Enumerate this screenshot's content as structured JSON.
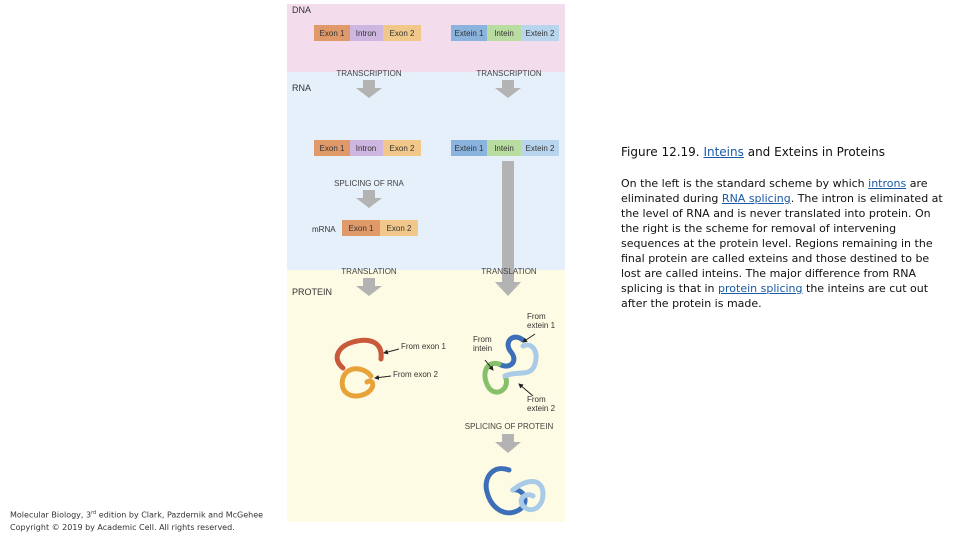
{
  "figure": {
    "sections": {
      "dna": "DNA",
      "rna": "RNA",
      "protein": "PROTEIN",
      "mrna": "mRNA"
    },
    "gene_left": [
      "Exon 1",
      "Intron",
      "Exon 2"
    ],
    "gene_right": [
      "Extein 1",
      "Intein",
      "Extein 2"
    ],
    "rna_left": [
      "Exon 1",
      "Intron",
      "Exon 2"
    ],
    "rna_right": [
      "Extein 1",
      "Intein",
      "Extein 2"
    ],
    "mrna": [
      "Exon 1",
      "Exon 2"
    ],
    "steps": {
      "transcription": "TRANSCRIPTION",
      "splicing_rna": "SPLICING OF RNA",
      "translation": "TRANSLATION",
      "splicing_protein": "SPLICING OF PROTEIN"
    },
    "protein_labels": {
      "from_exon1": "From exon 1",
      "from_exon2": "From exon 2",
      "from_extein1": [
        "From",
        "extein 1"
      ],
      "from_intein": [
        "From",
        "intein"
      ],
      "from_extein2": [
        "From",
        "extein 2"
      ]
    },
    "colors": {
      "exon1": "#e09a6a",
      "intron": "#cdb6e0",
      "exon2": "#f1c88a",
      "extein1": "#8ab3de",
      "intein": "#b9dca0",
      "extein2": "#b9d5ee",
      "dna_band": "#f3dcec",
      "rna_band": "#e6f0fa",
      "protein_band": "#fdfbe3",
      "arrow": "#b3b3b3"
    }
  },
  "caption": {
    "title_prefix": "Figure 12.19.",
    "title_link": "Inteins",
    "title_suffix": "and Exteins in Proteins",
    "body": [
      {
        "t": "On the left is the standard scheme by which "
      },
      {
        "t": "introns",
        "link": true
      },
      {
        "t": " are eliminated during "
      },
      {
        "t": "RNA splicing",
        "link": true
      },
      {
        "t": ". The intron is eliminated at the level of RNA and is never translated into protein. On the right is the scheme for removal of intervening sequences at the protein level. Regions remaining in the final protein are called exteins and those destined to be lost are called inteins. The major difference from RNA splicing is that in "
      },
      {
        "t": "protein splicing",
        "link": true
      },
      {
        "t": " the inteins are cut out after the protein is made."
      }
    ]
  },
  "credit": {
    "line1_a": "Molecular Biology, 3",
    "line1_sup": "rd",
    "line1_b": " edition by Clark, Pazdernik and McGehee",
    "line2": "Copyright © 2019 by Academic Cell. All rights reserved."
  }
}
